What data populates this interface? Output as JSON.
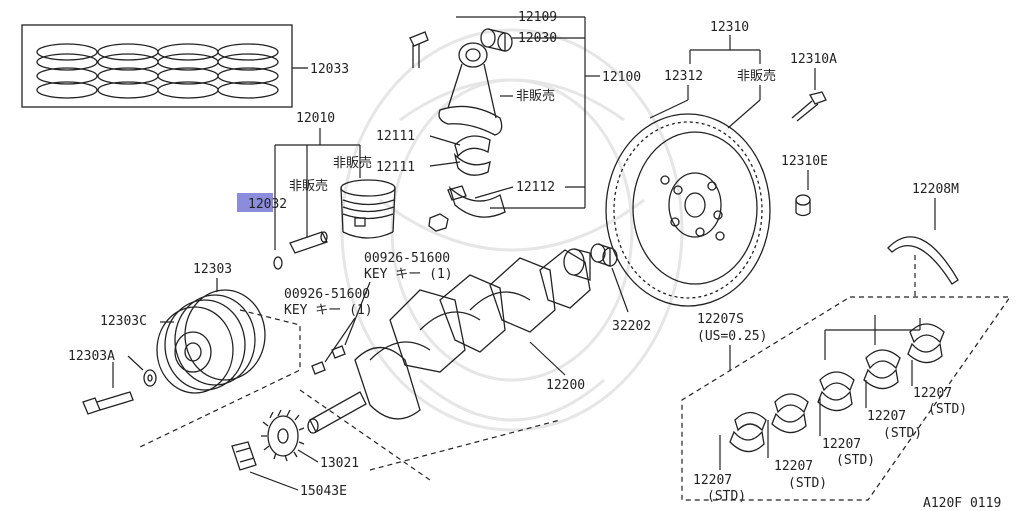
{
  "diagram": {
    "labels": {
      "piston_rings": "12033",
      "piston_assy": "12010",
      "piston_pin_snap": "12032",
      "not_sold_pin": "非販売",
      "not_sold_piston": "非販売",
      "conrod_bolt": "12109",
      "conrod_bush": "12030",
      "conrod_assy": "12100",
      "not_sold_conrod": "非販売",
      "conrod_bearing_a": "12111",
      "conrod_bearing_b": "12111",
      "conrod_nut": "12112",
      "flywheel_assy": "12310",
      "flywheel": "12312",
      "not_sold_flywheel": "非販売",
      "flywheel_bolt": "12310A",
      "flywheel_dowel": "12310E",
      "thrust_washer": "12208M",
      "pulley": "12303",
      "pulley_c": "12303C",
      "pulley_bolt": "12303A",
      "key_a_code": "00926-51600",
      "key_a_name": "KEY キー (1)",
      "key_b_code": "00926-51600",
      "key_b_name": "KEY キー (1)",
      "pilot_bearing": "32202",
      "crankshaft": "12200",
      "main_bearing_set": "12207S",
      "main_bearing_set_us": "(US=0.25)",
      "main_bearing_1": "12207",
      "main_bearing_1_std": "(STD)",
      "main_bearing_2": "12207",
      "main_bearing_2_std": "(STD)",
      "main_bearing_3": "12207",
      "main_bearing_3_std": "(STD)",
      "main_bearing_4": "12207",
      "main_bearing_4_std": "(STD)",
      "main_bearing_5": "12207",
      "main_bearing_5_std": "(STD)",
      "timing_sprocket": "13021",
      "sensor_plate": "15043E",
      "figure_code": "A120F 0119"
    },
    "colors": {
      "line": "#222222",
      "highlight": "#8c8cdc",
      "watermark": "#e6e6e6"
    }
  }
}
